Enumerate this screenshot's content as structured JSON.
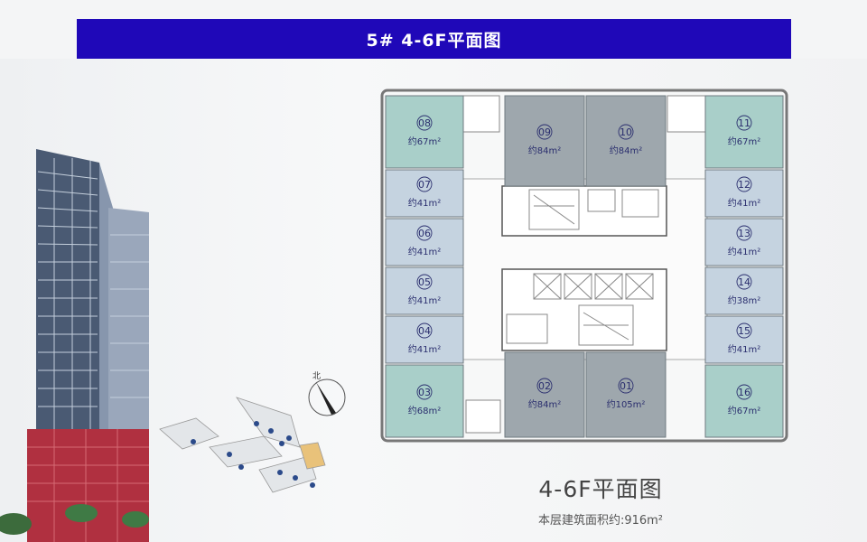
{
  "header": {
    "title": "5# 4-6F平面图"
  },
  "plan": {
    "title": "4-6F平面图",
    "area_text": "本层建筑面积约:916m²",
    "north": "北",
    "units": [
      {
        "no": "08",
        "area": "约67m²",
        "kind": "green"
      },
      {
        "no": "09",
        "area": "约84m²",
        "kind": "gray"
      },
      {
        "no": "10",
        "area": "约84m²",
        "kind": "gray"
      },
      {
        "no": "11",
        "area": "约67m²",
        "kind": "green"
      },
      {
        "no": "07",
        "area": "约41m²",
        "kind": "blue"
      },
      {
        "no": "12",
        "area": "约41m²",
        "kind": "blue"
      },
      {
        "no": "06",
        "area": "约41m²",
        "kind": "blue"
      },
      {
        "no": "13",
        "area": "约41m²",
        "kind": "blue"
      },
      {
        "no": "05",
        "area": "约41m²",
        "kind": "blue"
      },
      {
        "no": "14",
        "area": "约38m²",
        "kind": "blue"
      },
      {
        "no": "04",
        "area": "约41m²",
        "kind": "blue"
      },
      {
        "no": "15",
        "area": "约41m²",
        "kind": "blue"
      },
      {
        "no": "03",
        "area": "约68m²",
        "kind": "green"
      },
      {
        "no": "02",
        "area": "约84m²",
        "kind": "gray"
      },
      {
        "no": "01",
        "area": "约105m²",
        "kind": "gray"
      },
      {
        "no": "16",
        "area": "约67m²",
        "kind": "green"
      }
    ]
  },
  "colors": {
    "banner": "#1f08b8",
    "green": "#a9cfc9",
    "blue": "#c5d3e0",
    "gray": "#9ea7ad"
  }
}
